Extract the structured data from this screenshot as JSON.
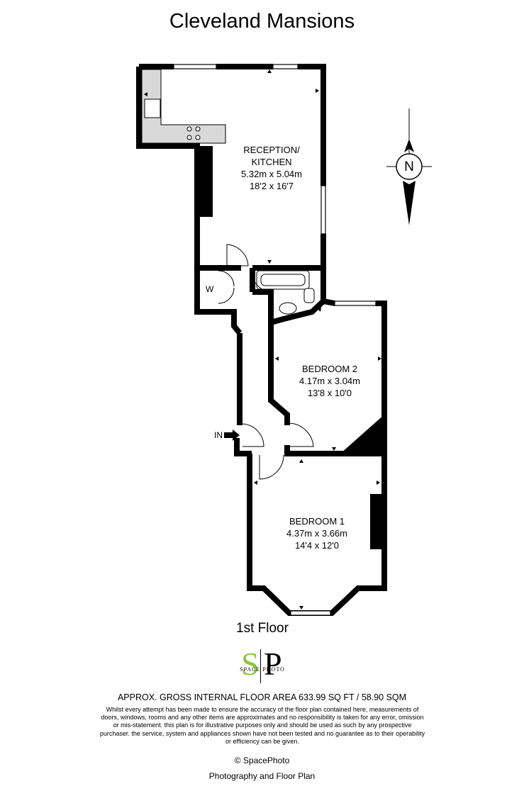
{
  "title": "Cleveland Mansions",
  "rooms": {
    "reception": {
      "name": "RECEPTION/\nKITCHEN",
      "name_line1": "RECEPTION/",
      "name_line2": "KITCHEN",
      "metric": "5.32m x 5.04m",
      "imperial": "18'2 x 16'7"
    },
    "bedroom2": {
      "name": "BEDROOM 2",
      "metric": "4.17m x 3.04m",
      "imperial": "13'8 x 10'0"
    },
    "bedroom1": {
      "name": "BEDROOM 1",
      "metric": "4.37m x 3.66m",
      "imperial": "14'4 x 12'0"
    },
    "wardrobe": "W",
    "entrance": "IN"
  },
  "compass": {
    "label": "N",
    "icon": "north-arrow-icon"
  },
  "floor_label": "1st Floor",
  "logo": {
    "letter1": "S",
    "letter2": "P",
    "text": "SPACE PHOTO",
    "accent_color": "#8dc63f"
  },
  "area_text": "APPROX. GROSS INTERNAL FLOOR AREA 633.99 SQ FT / 58.90 SQM",
  "disclaimer": "Whilst every attempt has been made to ensure the accuracy of the floor plan contained here, measurements of doors, windows, rooms and any other items are approximates and no responsibility is taken for any error, omission or mis-statement. this plan is for illustrative purposes only and should be used as such by any prospective purchaser. the service, system and appliances shown have not been tested and no guarantee as to their operability or efficiency can be given.",
  "copyright": "© SpacePhoto",
  "tagline": "Photography and Floor Plan"
}
